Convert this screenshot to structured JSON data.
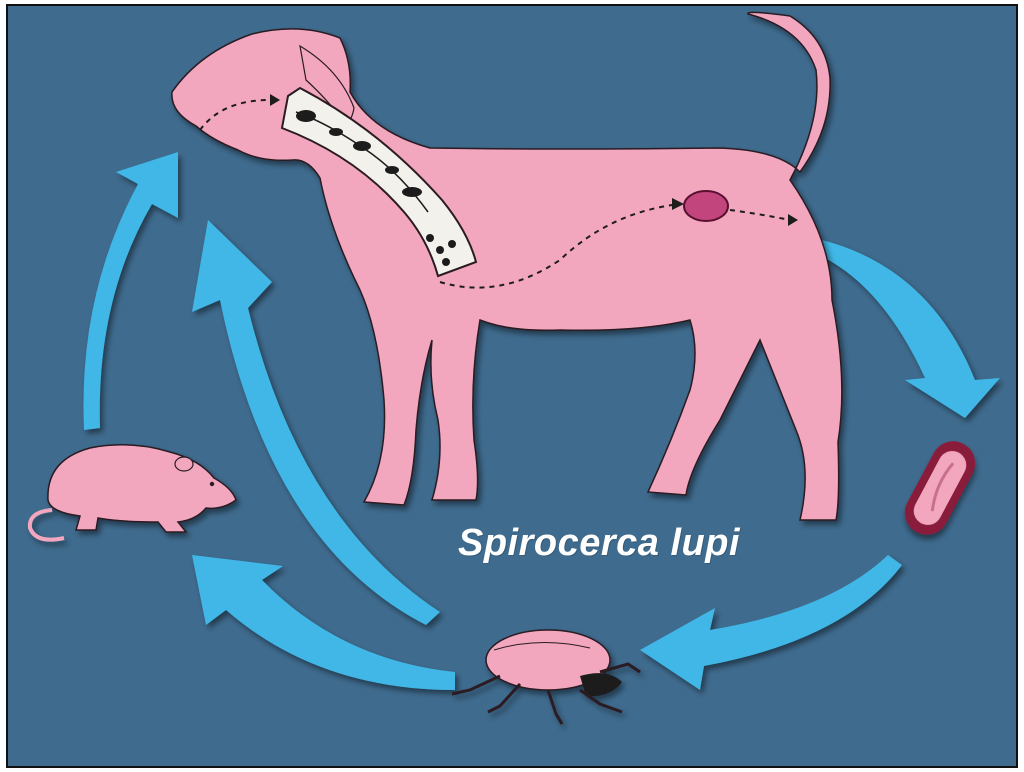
{
  "title": "Spirocerca lupi",
  "colors": {
    "background": "#3f6b8e",
    "host_fill": "#f2a7bf",
    "arrow_fill": "#3fb7e6",
    "egg_outline": "#8a1d3a",
    "border": "#111111"
  },
  "stages": [
    "dog-definitive-host",
    "egg",
    "dung-beetle-intermediate-host",
    "rodent-paratenic-host"
  ]
}
